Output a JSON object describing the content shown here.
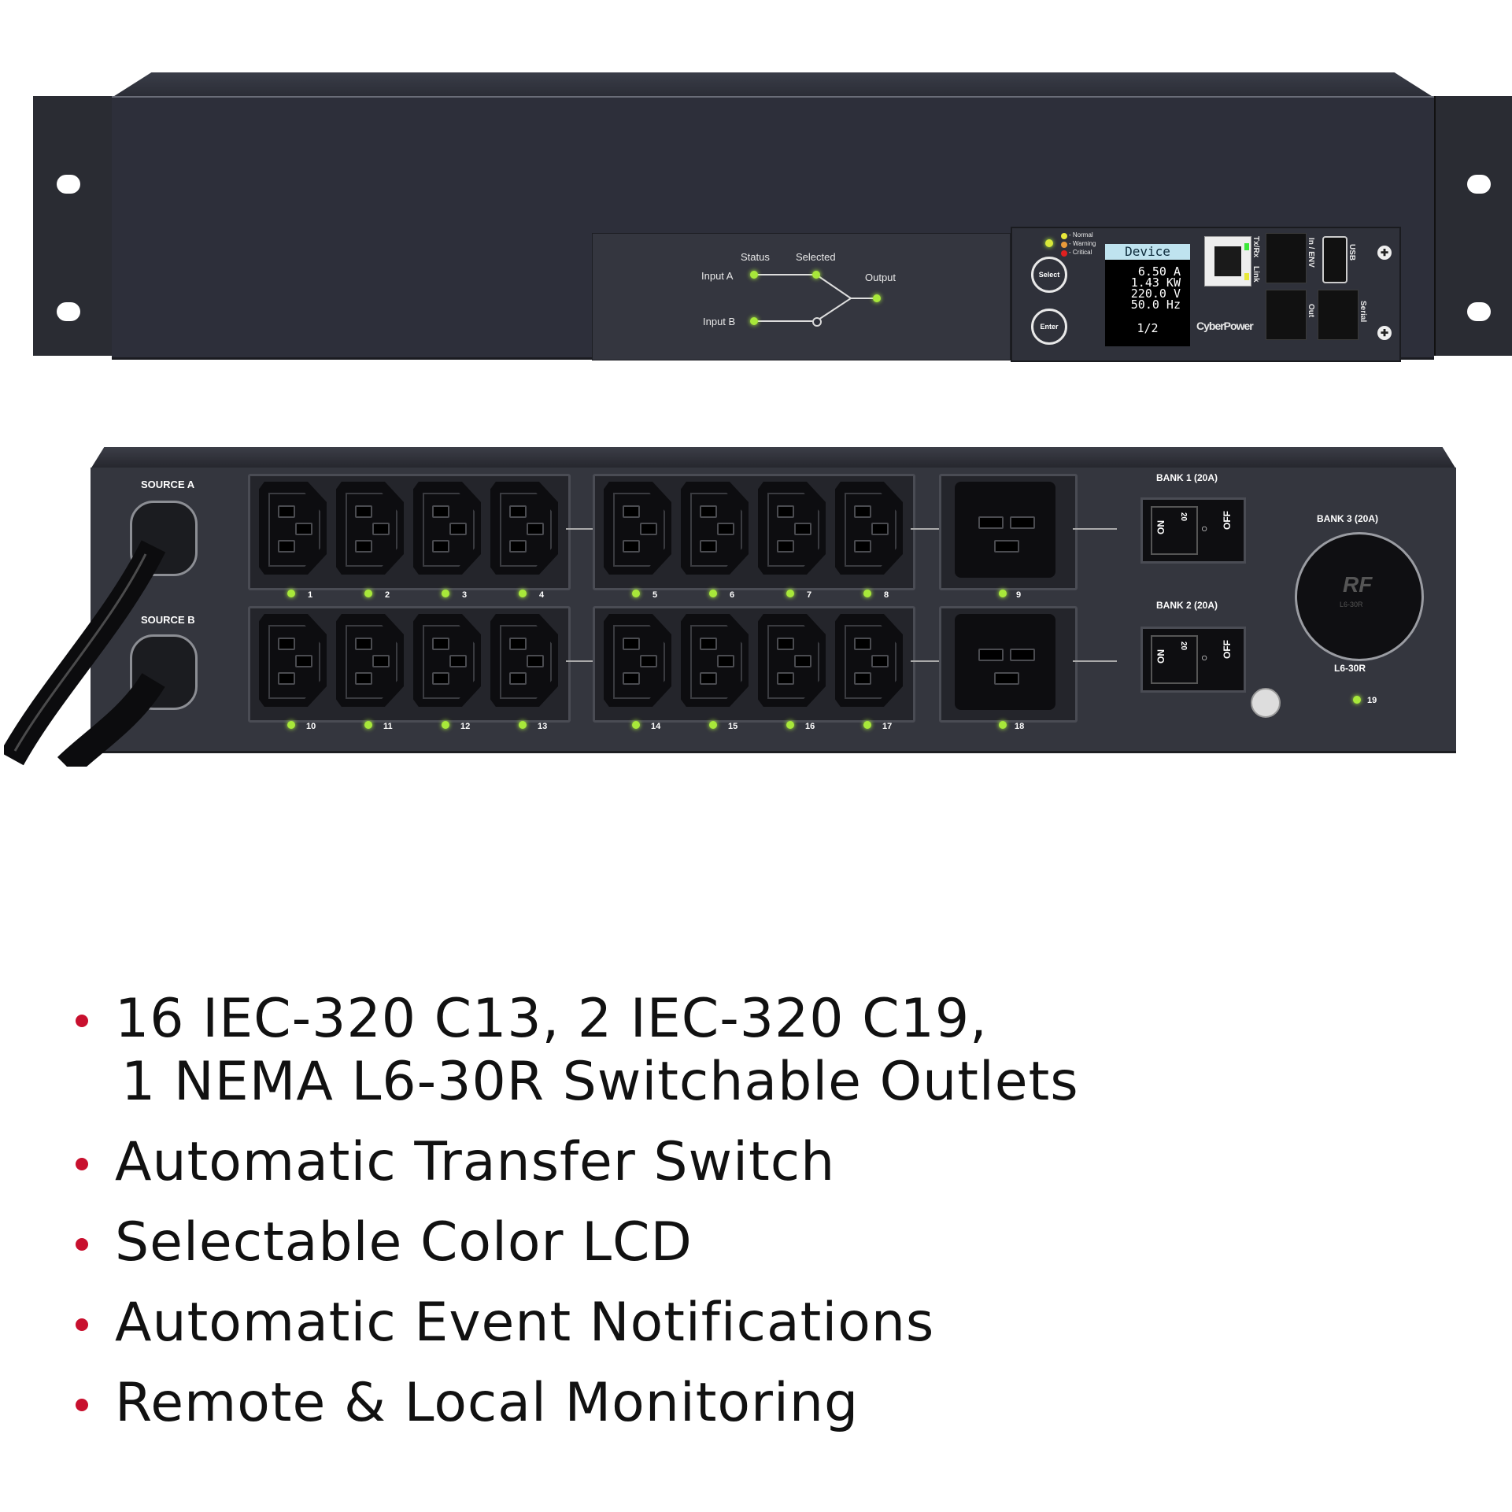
{
  "front_panel": {
    "ats": {
      "status_label": "Status",
      "selected_label": "Selected",
      "output_label": "Output",
      "input_a_label": "Input A",
      "input_b_label": "Input B"
    },
    "legend": {
      "normal": "- Normal",
      "warning": "- Warning",
      "critical": "- Critical",
      "colors": {
        "normal": "#e8e83a",
        "warning": "#e89a3a",
        "critical": "#e02020"
      }
    },
    "buttons": {
      "select": "Select",
      "enter": "Enter"
    },
    "lcd": {
      "header": "Device",
      "current": "6.50 A",
      "power": "1.43 KW",
      "voltage": "220.0 V",
      "frequency": "50.0 Hz",
      "page": "1/2"
    },
    "ports": {
      "txrx": "Tx/Rx",
      "link": "Link",
      "in_env": "In / ENV",
      "usb": "USB",
      "out": "Out",
      "serial": "Serial"
    },
    "brand": "CyberPower"
  },
  "rear_panel": {
    "source_a": "SOURCE A",
    "source_b": "SOURCE B",
    "outlets_top": [
      "1",
      "2",
      "3",
      "4",
      "5",
      "6",
      "7",
      "8",
      "9"
    ],
    "outlets_bottom": [
      "10",
      "11",
      "12",
      "13",
      "14",
      "15",
      "16",
      "17",
      "18"
    ],
    "bank1": "BANK 1 (20A)",
    "bank2": "BANK 2 (20A)",
    "bank3": "BANK 3 (20A)",
    "breaker_on": "ON",
    "breaker_off": "OFF",
    "breaker_rating": "20",
    "l630_label": "L6-30R",
    "l630_face": "RF",
    "l630_model": "L6-30R",
    "outlet19": "19",
    "led_color": "#7ee83a"
  },
  "features": {
    "bullet_color": "#c8102e",
    "items": [
      {
        "line1": "16 IEC-320 C13, 2 IEC-320 C19,",
        "line2": "1 NEMA L6-30R Switchable Outlets"
      },
      {
        "line1": "Automatic Transfer Switch"
      },
      {
        "line1": "Selectable Color LCD"
      },
      {
        "line1": "Automatic Event Notifications"
      },
      {
        "line1": "Remote & Local Monitoring"
      }
    ]
  }
}
